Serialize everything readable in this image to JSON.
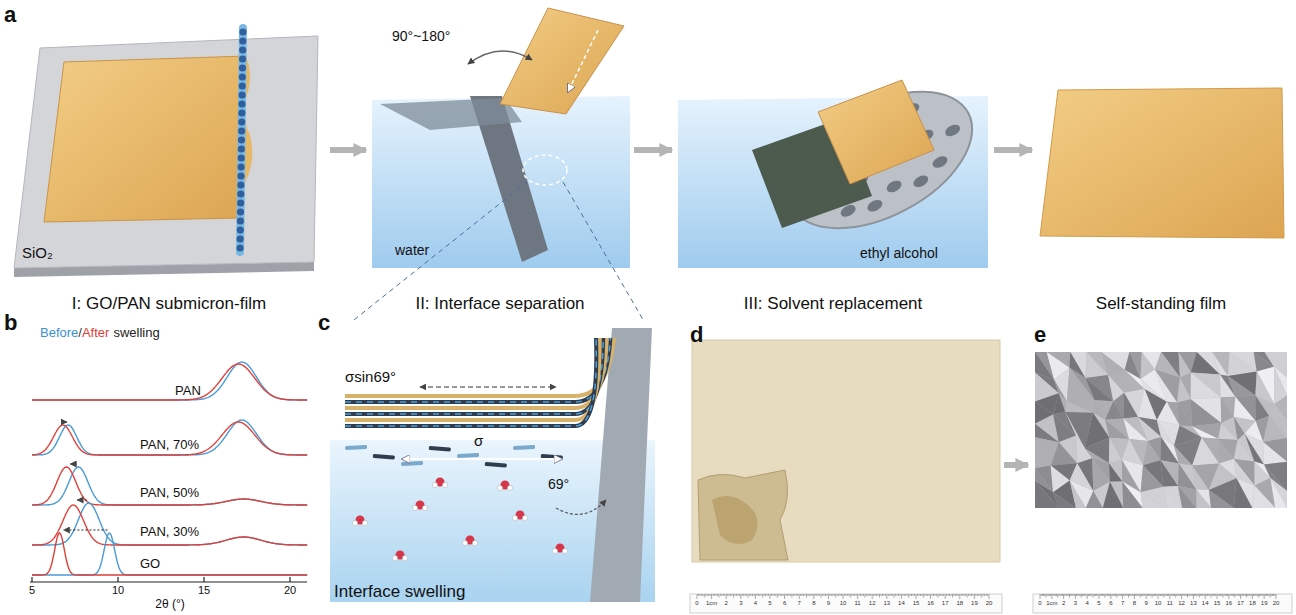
{
  "diagram": {
    "nodes": [
      {
        "text": [
          "I: GO/PAN submicron-film"
        ]
      },
      {
        "text": [
          "II: Interface separation"
        ]
      },
      {
        "text": [
          "III: Solvent replacement"
        ]
      },
      {
        "text": [
          "Self-standing film"
        ]
      },
      {
        "text": [
          "d"
        ]
      },
      {
        "text": [
          "e"
        ]
      }
    ],
    "edges": [
      {
        "from": 0,
        "to": 1,
        "arrow": "to"
      },
      {
        "from": 1,
        "to": 2,
        "arrow": "to"
      },
      {
        "from": 2,
        "to": 3,
        "arrow": "to"
      },
      {
        "from": 4,
        "to": 5,
        "arrow": "to"
      }
    ],
    "labels": [
      "a",
      "SiO₂",
      "90°~180°",
      "water",
      "ethyl alcohol",
      "b",
      "Before",
      "/",
      "After",
      "swelling",
      "PAN",
      "PAN, 70%",
      "PAN, 50%",
      "PAN, 30%",
      "GO",
      "5",
      "10",
      "15",
      "20",
      "2θ (°)",
      "c",
      "σsin69°",
      "σ",
      "69°",
      "Interface swelling",
      "0",
      "1cm",
      "2",
      "3",
      "4",
      "5",
      "6",
      "7",
      "8",
      "9",
      "10",
      "11",
      "12",
      "13",
      "14",
      "15",
      "16",
      "17",
      "18",
      "19",
      "20",
      "0",
      "1cm",
      "2",
      "3",
      "4",
      "5",
      "6",
      "7",
      "8",
      "9",
      "10",
      "11",
      "12",
      "13",
      "14",
      "15",
      "16",
      "17",
      "18",
      "19",
      "20"
    ]
  }
}
